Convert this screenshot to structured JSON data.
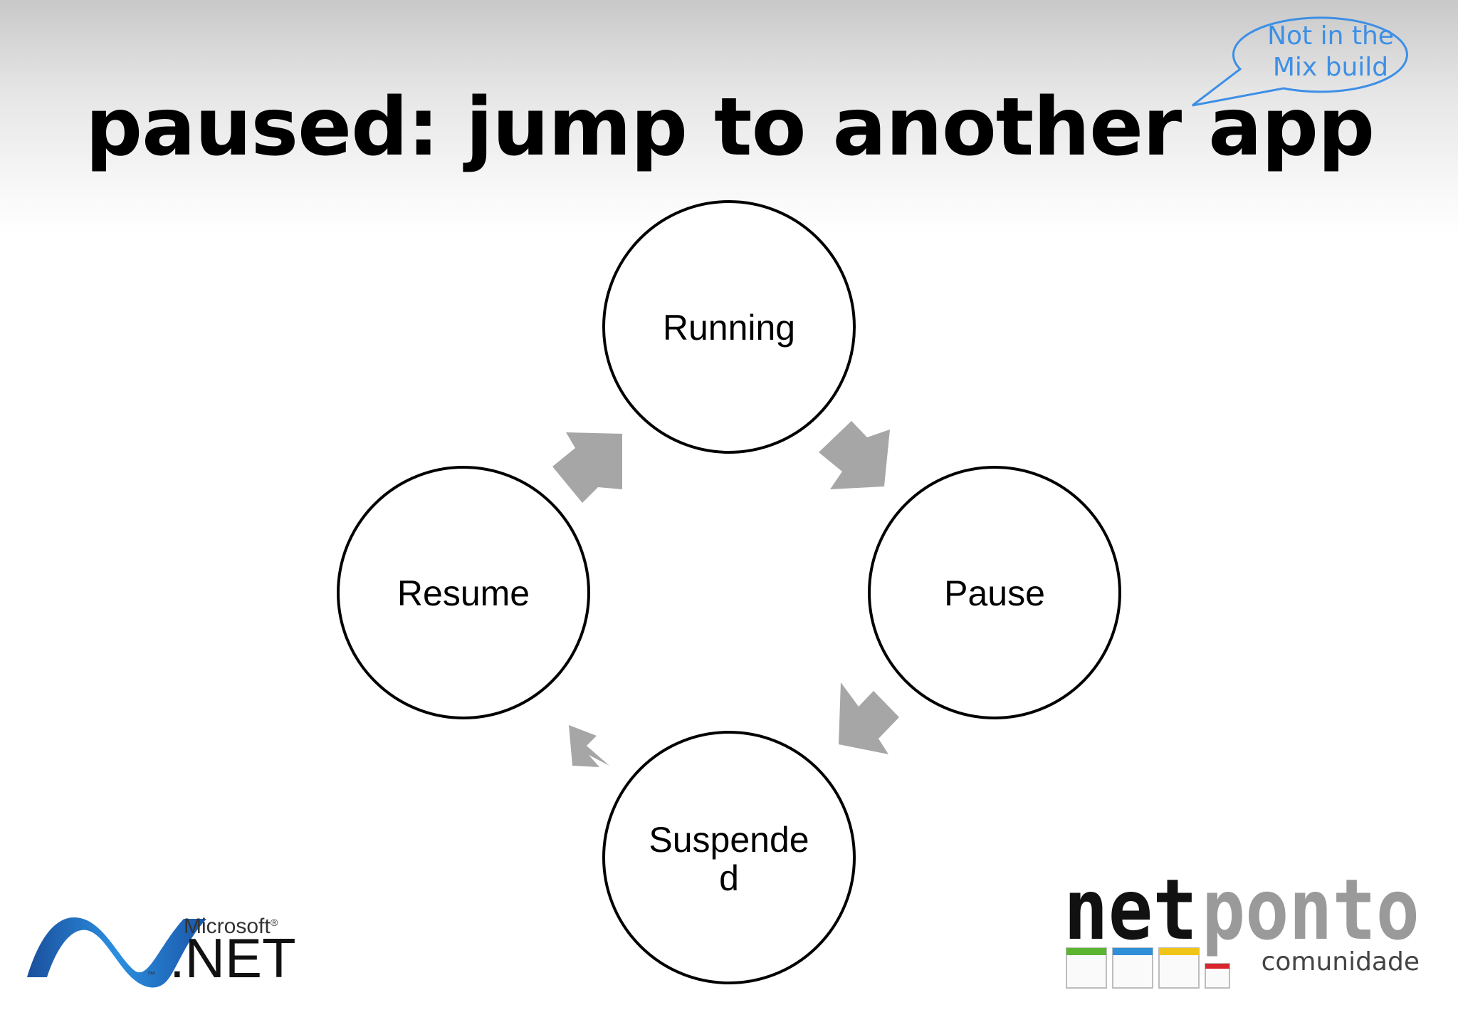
{
  "slide": {
    "title": "paused: jump to another app"
  },
  "callout": {
    "line1": "Not in the",
    "line2": "Mix build",
    "color": "#3d8fe6"
  },
  "diagram": {
    "nodes": [
      {
        "id": "running",
        "lines": [
          "Running"
        ]
      },
      {
        "id": "pause",
        "lines": [
          "Pause"
        ]
      },
      {
        "id": "suspended",
        "lines": [
          "Suspende",
          "d"
        ]
      },
      {
        "id": "resume",
        "lines": [
          "Resume"
        ]
      }
    ],
    "arrow_color": "#a6a6a6"
  },
  "logos": {
    "microsoft": {
      "small": "Microsoft",
      "registered": "®",
      "big": ".NET",
      "tm": "™"
    },
    "netponto": {
      "part1": "net",
      "part2": "ponto",
      "sub": "comunidade",
      "tab_colors": [
        "#5cb531",
        "#2f8fd8",
        "#f0c419",
        "#d7262c"
      ]
    }
  }
}
